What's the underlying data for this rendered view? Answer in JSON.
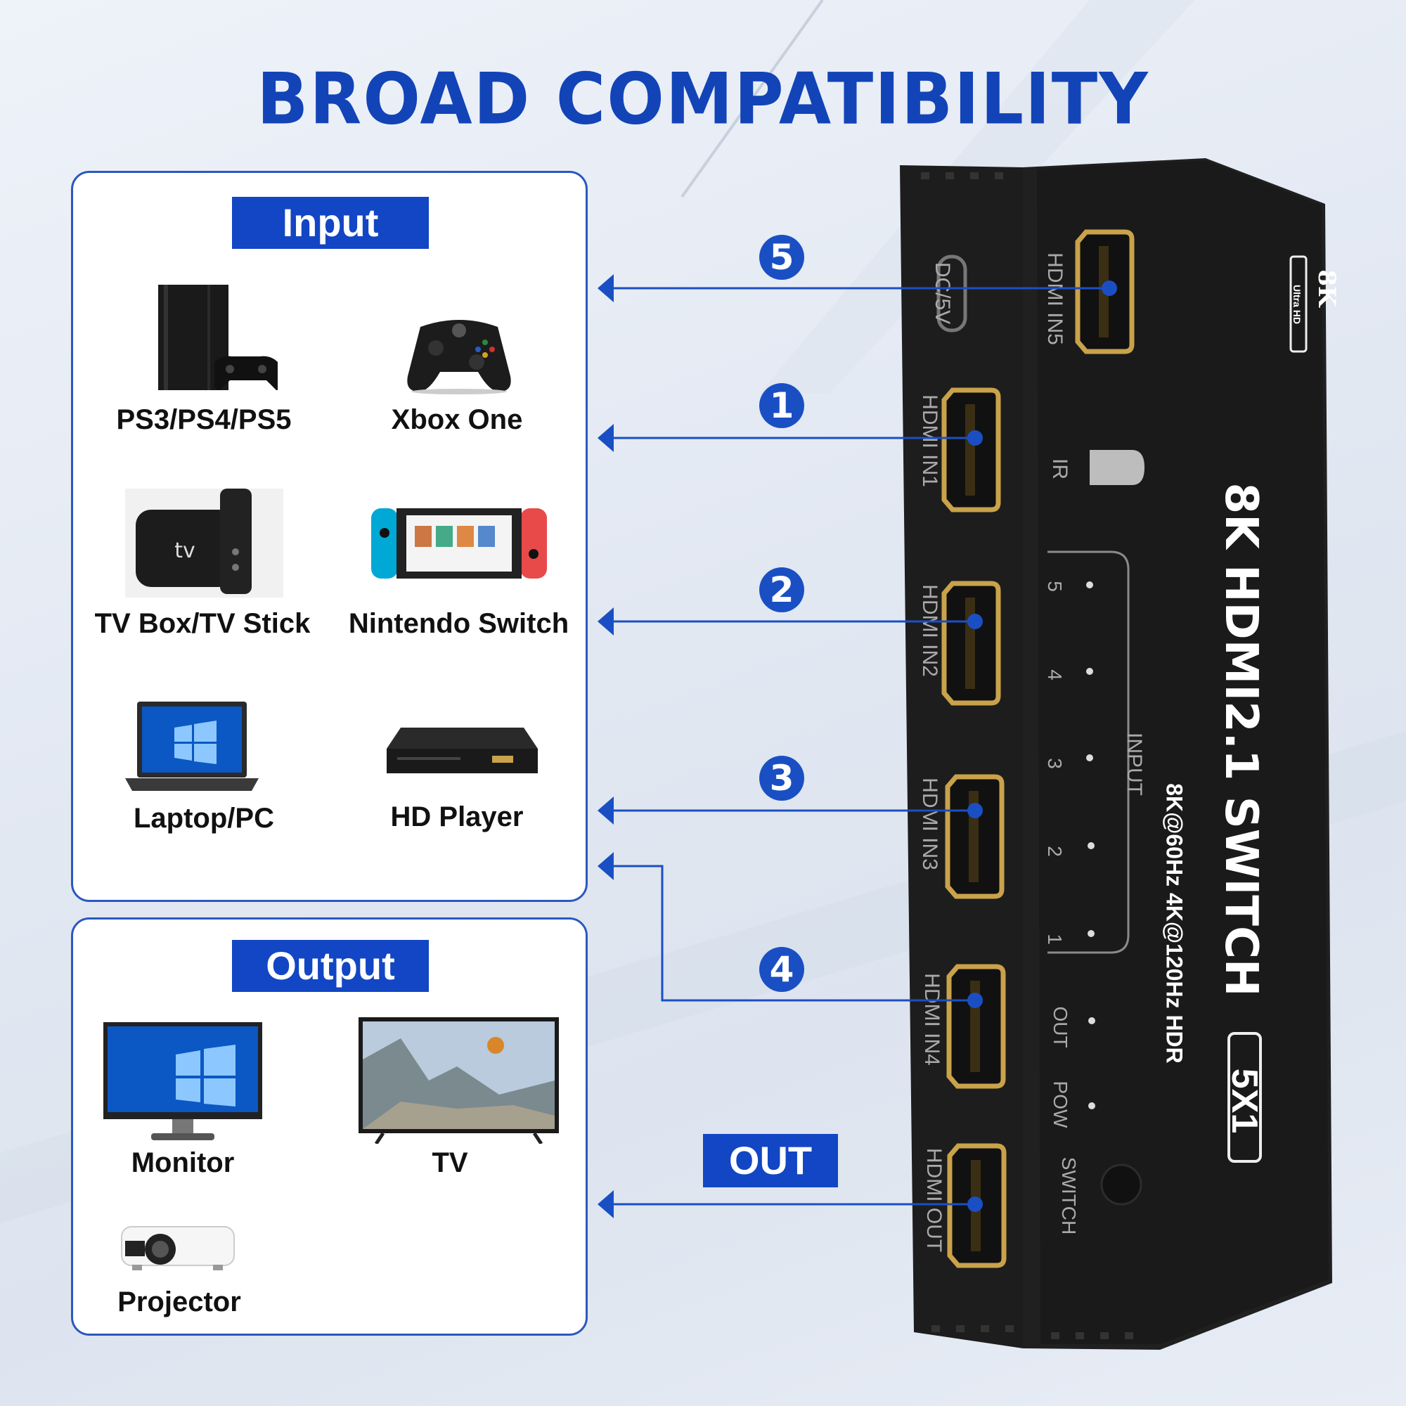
{
  "title": "BROAD COMPATIBILITY",
  "input_panel": {
    "heading": "Input",
    "devices": [
      {
        "label": "PS3/PS4/PS5",
        "icon": "game-console-icon"
      },
      {
        "label": "Xbox One",
        "icon": "gamepad-icon"
      },
      {
        "label": "TV Box/TV Stick",
        "icon": "tv-box-icon"
      },
      {
        "label": "Nintendo Switch",
        "icon": "handheld-console-icon"
      },
      {
        "label": "Laptop/PC",
        "icon": "laptop-icon"
      },
      {
        "label": "HD Player",
        "icon": "disc-player-icon"
      }
    ]
  },
  "output_panel": {
    "heading": "Output",
    "devices": [
      {
        "label": "Monitor",
        "icon": "monitor-icon"
      },
      {
        "label": "TV",
        "icon": "tv-icon"
      },
      {
        "label": "Projector",
        "icon": "projector-icon"
      }
    ]
  },
  "callouts": [
    "5",
    "1",
    "2",
    "3",
    "4"
  ],
  "out_label": "OUT",
  "device": {
    "brand_badge": "8K",
    "brand_sub": "Ultra HD",
    "name": "8K HDMI2.1 SWITCH",
    "model": "5X1",
    "specs": "8K@60Hz 4K@120Hz HDR",
    "ports": {
      "dc": "DC/5V",
      "in1": "HDMI IN1",
      "in2": "HDMI IN2",
      "in3": "HDMI IN3",
      "in4": "HDMI IN4",
      "in5": "HDMI IN5",
      "out": "HDMI OUT"
    },
    "ir": "IR",
    "input_group": "INPUT",
    "leds": [
      "5",
      "4",
      "3",
      "2",
      "1"
    ],
    "out_led": "OUT",
    "pow_led": "POW",
    "switch": "SWITCH"
  },
  "colors": {
    "accent": "#1246c4",
    "title": "#1244b8",
    "device_body": "#1b1b1b",
    "port_gold": "#c9a24a"
  }
}
